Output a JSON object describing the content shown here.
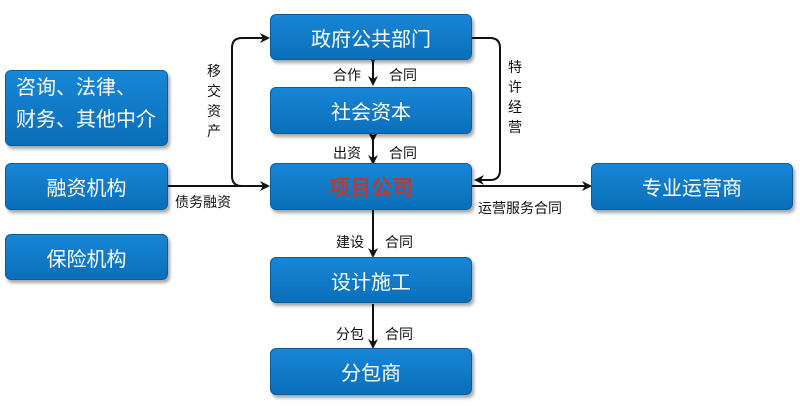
{
  "colors": {
    "box_fill": "#0b76c6",
    "box_border": "#0a5c9b",
    "project_text": "#c0392b",
    "arrow": "#111111"
  },
  "boxes": {
    "government": "政府公共部门",
    "social_capital": "社会资本",
    "project_company": "项目公司",
    "design_construction": "设计施工",
    "subcontractor": "分包商",
    "operator": "专业运营商",
    "consulting_line1": "咨询、法律、",
    "consulting_line2": "财务、其他中介",
    "financing": "融资机构",
    "insurance": "保险机构"
  },
  "labels": {
    "cooperation": "合作",
    "contract1": "合同",
    "capital_contribution": "出资",
    "contract2": "合同",
    "transfer_assets": "移交资产",
    "franchise": "特许经营",
    "debt_financing": "债务融资",
    "operation_contract": "运营服务合同",
    "construction": "建设",
    "contract3": "合同",
    "subcontract": "分包",
    "contract4": "合同"
  }
}
